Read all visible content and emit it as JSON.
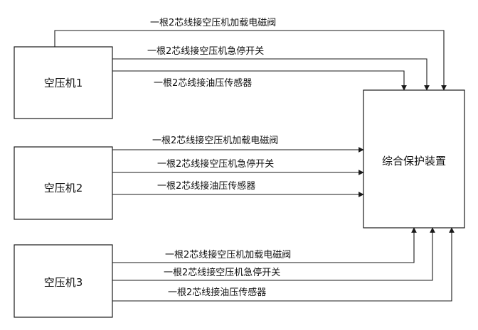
{
  "boxes": {
    "compressor1": "空压机1",
    "compressor2": "空压机2",
    "compressor3": "空压机3",
    "protector": "综合保护装置"
  },
  "lines": {
    "c1": [
      "一根2芯线接空压机加载电磁阀",
      "一根2芯线接空压机急停开关",
      "一根2芯线接油压传感器"
    ],
    "c2": [
      "一根2芯线接空压机加载电磁阀",
      "一根2芯线接空压机急停开关",
      "一根2芯线接油压传感器"
    ],
    "c3": [
      "一根2芯线接空压机加载电磁阀",
      "一根2芯线接空压机急停开关",
      "一根2芯线接油压传感器"
    ]
  },
  "colors": {
    "stroke": "#1a1a1a",
    "text": "#111111"
  }
}
